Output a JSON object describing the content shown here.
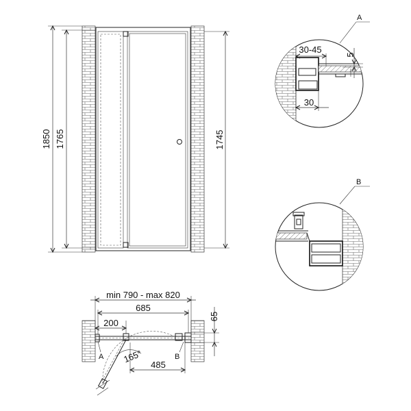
{
  "front_view": {
    "dim_overall_height": "1850",
    "dim_door_height": "1765",
    "dim_panel_height": "1745"
  },
  "detail_a": {
    "callout": "A",
    "dim_adjust": "30-45",
    "dim_gap": "5",
    "dim_profile": "30"
  },
  "detail_b": {
    "callout": "B"
  },
  "plan_view": {
    "dim_width_range": "min 790 - max 820",
    "dim_door_width": "685",
    "dim_fixed_width": "200",
    "dim_depth": "65",
    "dim_opening": "485",
    "angle": "165°",
    "marker_a": "A",
    "marker_b": "B"
  }
}
